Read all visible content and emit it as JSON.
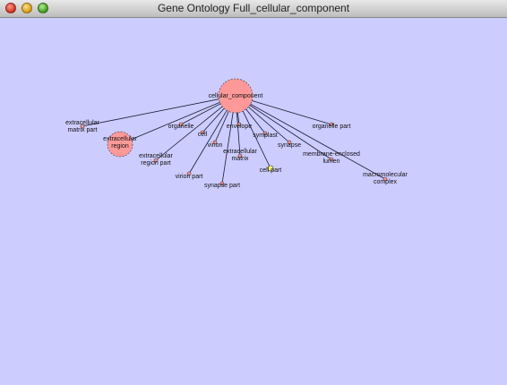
{
  "window": {
    "title": "Gene Ontology Full_cellular_component"
  },
  "graph": {
    "root": {
      "label": "cellular_component",
      "color": "#ff9999"
    },
    "nodes": [
      {
        "id": "extracellular-matrix-part",
        "lines": [
          "extracellular",
          "matrix part"
        ],
        "color": "#ff9999"
      },
      {
        "id": "extracellular-region",
        "lines": [
          "extracellular",
          "region"
        ],
        "color": "#ff9999"
      },
      {
        "id": "extracellular-region-part",
        "lines": [
          "extracellular",
          "region part"
        ],
        "color": "#ff9999"
      },
      {
        "id": "organelle",
        "lines": [
          "organelle"
        ],
        "color": "#ff9999"
      },
      {
        "id": "cell",
        "lines": [
          "cell"
        ],
        "color": "#ff9999"
      },
      {
        "id": "virion",
        "lines": [
          "virion"
        ],
        "color": "#ff9999"
      },
      {
        "id": "virion-part",
        "lines": [
          "virion part"
        ],
        "color": "#ff9999"
      },
      {
        "id": "envelope",
        "lines": [
          "envelope"
        ],
        "color": "#ff9999"
      },
      {
        "id": "extracellular-matrix",
        "lines": [
          "extracellular",
          "matrix"
        ],
        "color": "#ff9999"
      },
      {
        "id": "synapse-part",
        "lines": [
          "synapse part"
        ],
        "color": "#ff9999"
      },
      {
        "id": "symplast",
        "lines": [
          "symplast"
        ],
        "color": "#ff9999"
      },
      {
        "id": "synapse",
        "lines": [
          "synapse"
        ],
        "color": "#ff9999"
      },
      {
        "id": "cell-part",
        "lines": [
          "cell part"
        ],
        "color": "#ffff66"
      },
      {
        "id": "organelle-part",
        "lines": [
          "organelle part"
        ],
        "color": "#ff9999"
      },
      {
        "id": "membrane-enclosed-lumen",
        "lines": [
          "membrane-enclosed",
          "lumen"
        ],
        "color": "#ff9999"
      },
      {
        "id": "macromolecular-complex",
        "lines": [
          "macromolecular",
          "complex"
        ],
        "color": "#ff9999"
      }
    ]
  }
}
